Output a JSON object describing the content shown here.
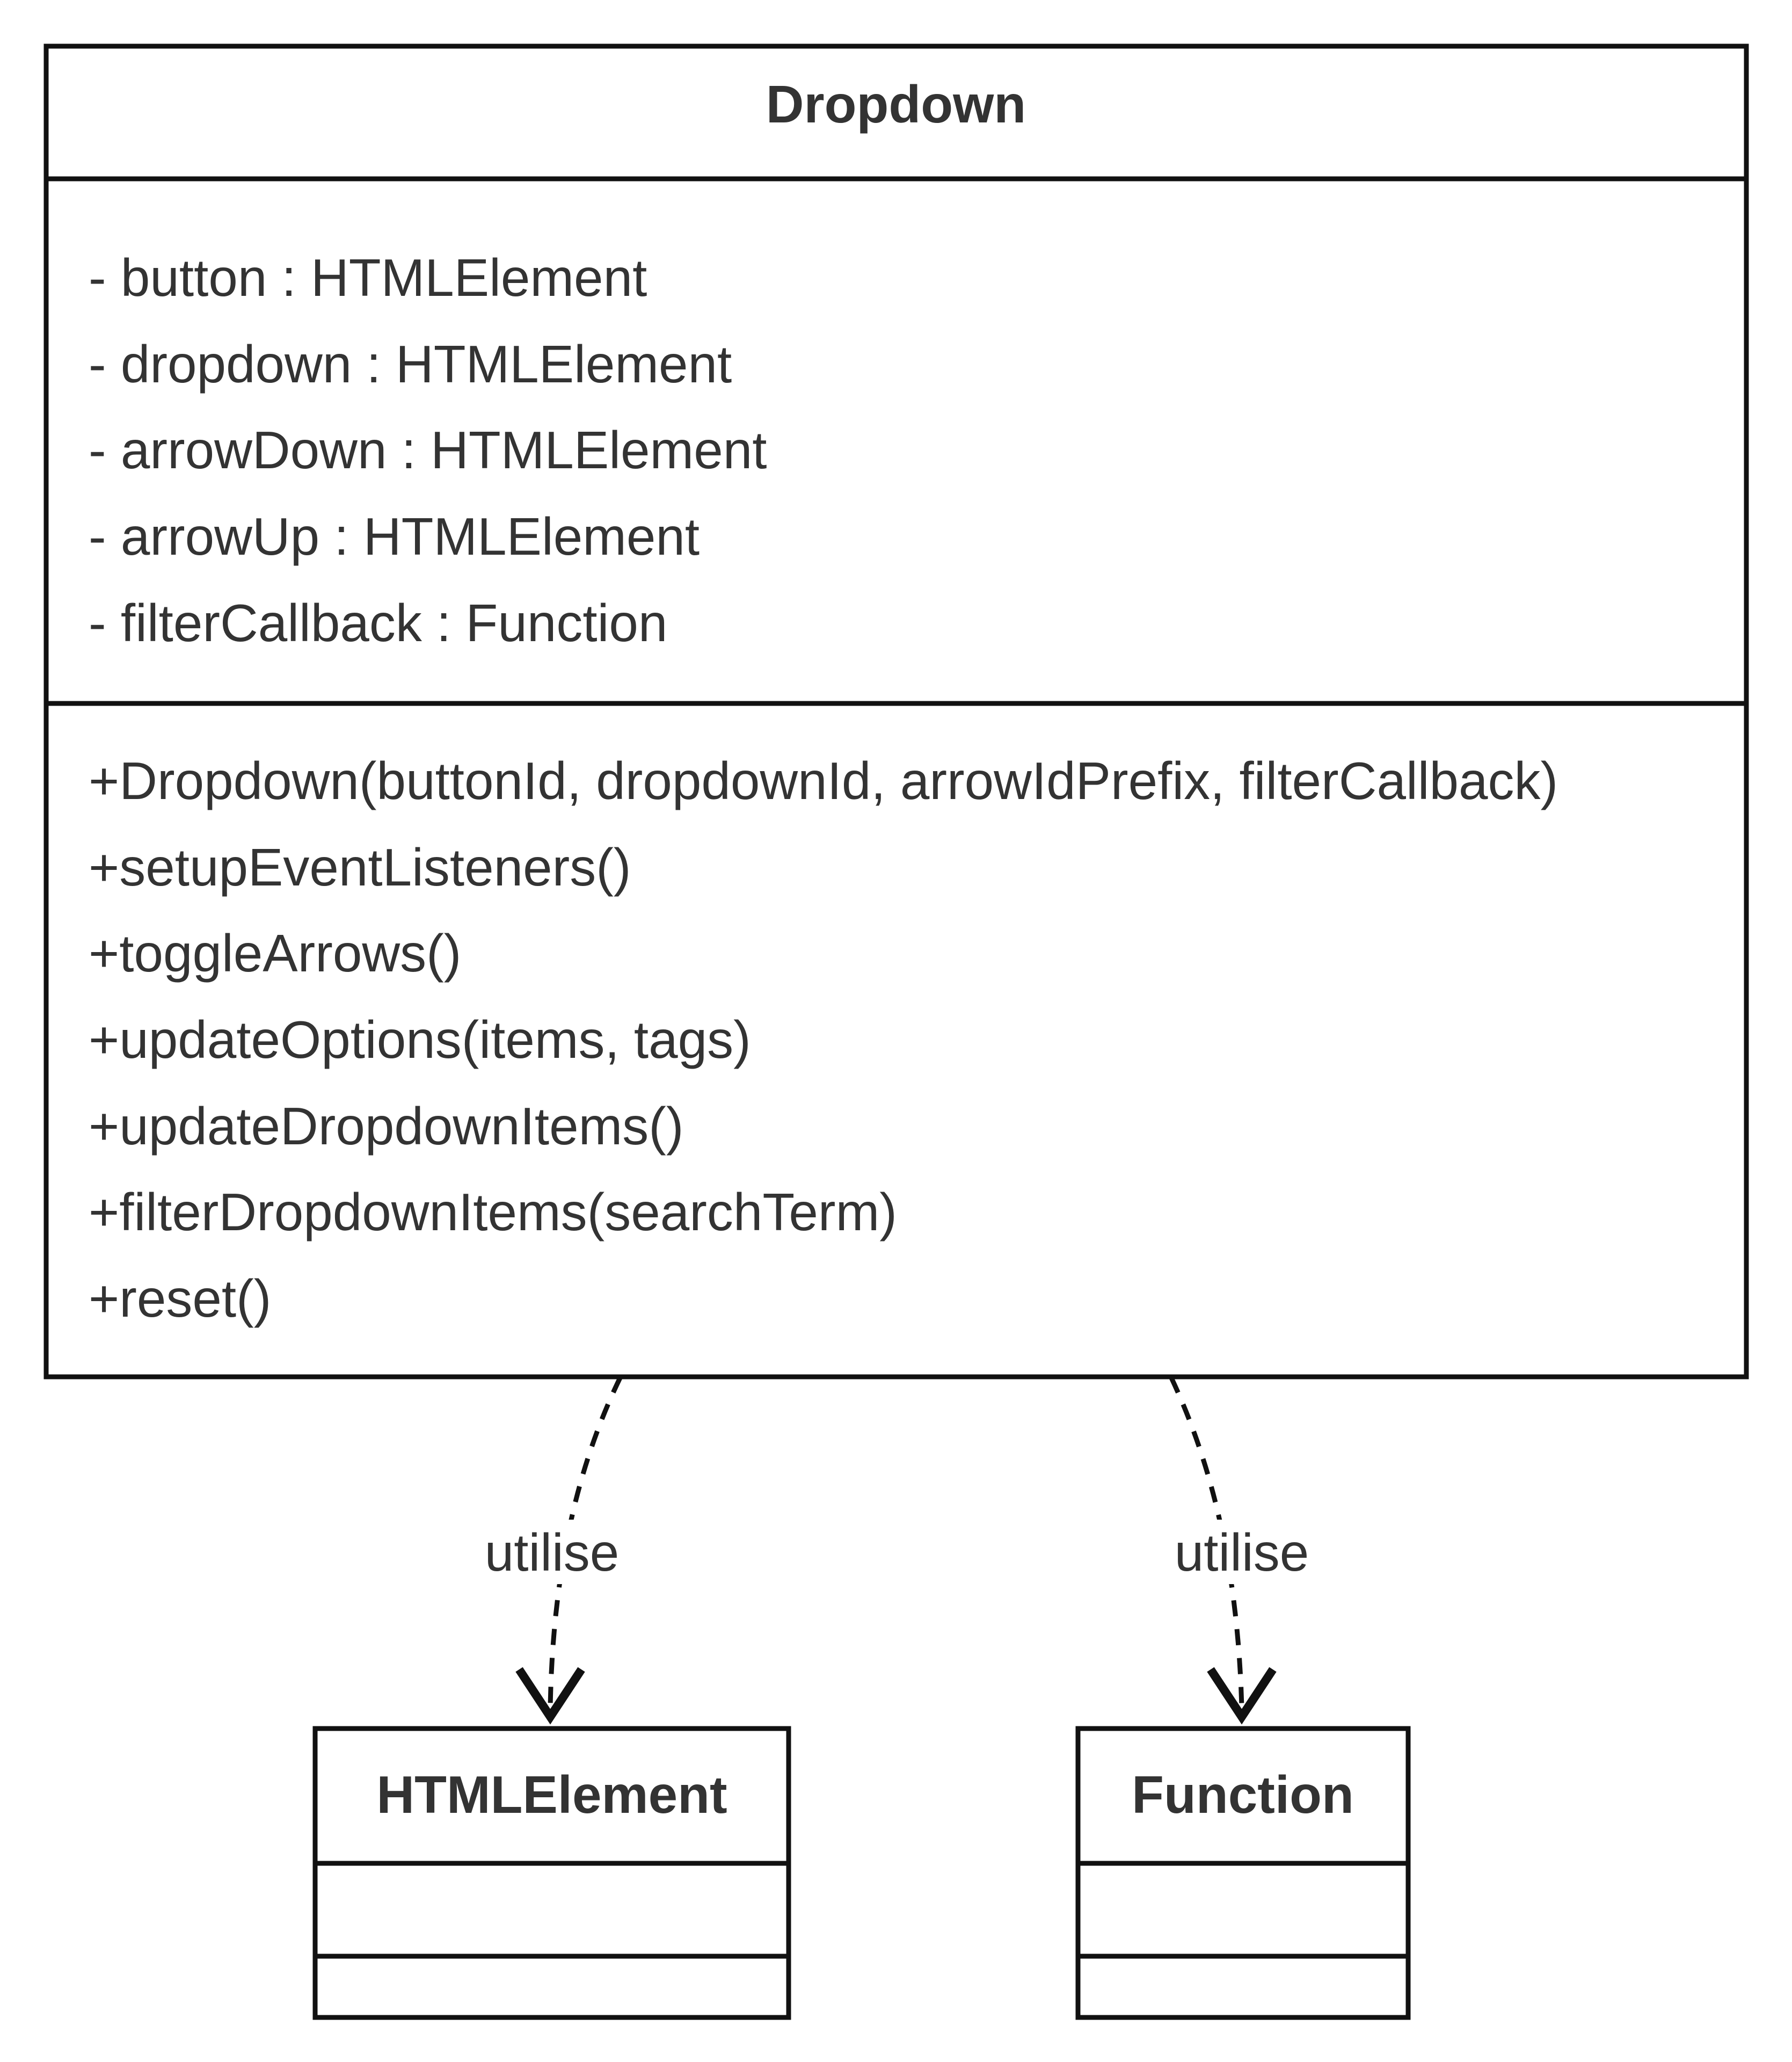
{
  "classes": {
    "dropdown": {
      "name": "Dropdown",
      "attributes": [
        "- button : HTMLElement",
        "- dropdown : HTMLElement",
        "- arrowDown : HTMLElement",
        "- arrowUp : HTMLElement",
        "- filterCallback : Function"
      ],
      "methods": [
        "+Dropdown(buttonId, dropdownId, arrowIdPrefix, filterCallback)",
        "+setupEventListeners()",
        "+toggleArrows()",
        "+updateOptions(items, tags)",
        "+updateDropdownItems()",
        "+filterDropdownItems(searchTerm)",
        "+reset()"
      ]
    },
    "html_element": {
      "name": "HTMLElement"
    },
    "function": {
      "name": "Function"
    }
  },
  "relations": [
    {
      "from": "Dropdown",
      "to": "HTMLElement",
      "label": "utilise"
    },
    {
      "from": "Dropdown",
      "to": "Function",
      "label": "utilise"
    }
  ]
}
